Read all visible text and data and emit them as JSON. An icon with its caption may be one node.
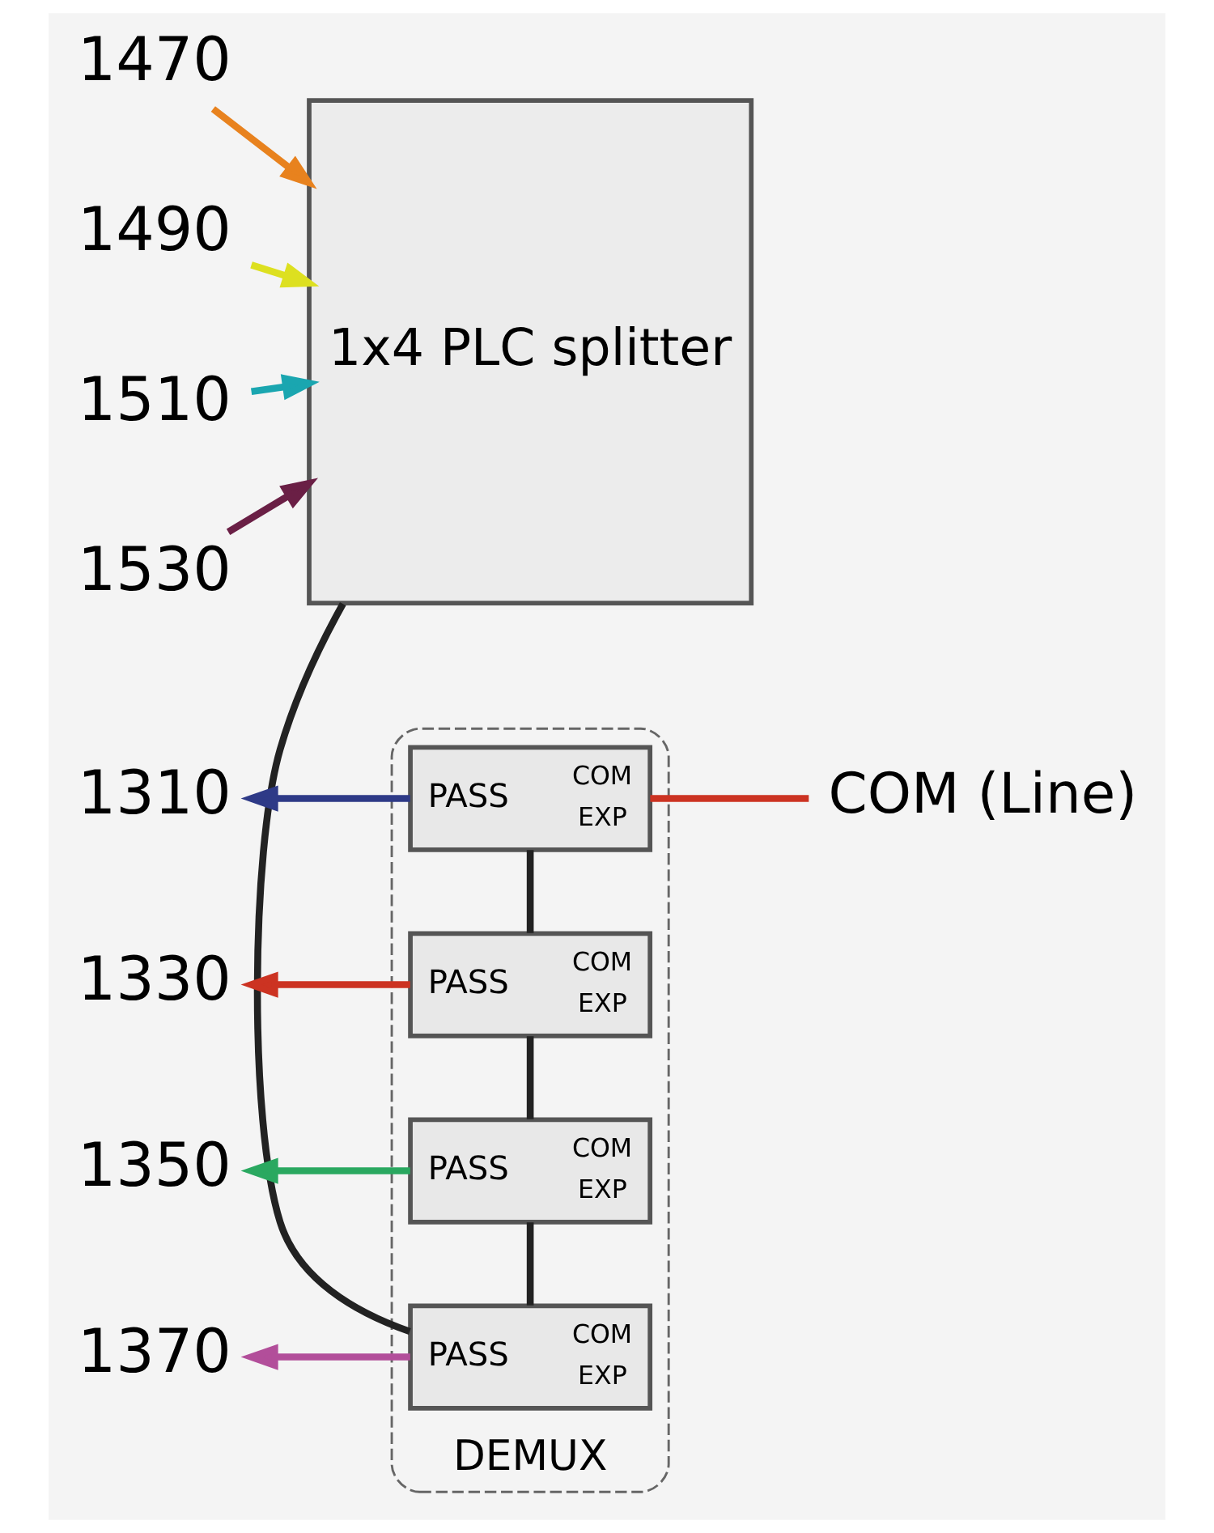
{
  "diagram": {
    "nodes": [
      {
        "text": [
          "DEMUX"
        ]
      },
      {
        "text": [
          "PASS",
          "COM",
          "EXP"
        ],
        "in": 0
      },
      {
        "text": [
          "PASS",
          "COM",
          "EXP"
        ],
        "in": 0
      },
      {
        "text": [
          "PASS",
          "COM",
          "EXP"
        ],
        "in": 0
      },
      {
        "text": [
          "PASS",
          "COM",
          "EXP"
        ],
        "in": 0
      },
      {
        "text": [
          "COM (Line)"
        ]
      },
      {
        "text": [
          "1310"
        ]
      },
      {
        "text": [
          "1330"
        ]
      },
      {
        "text": [
          "1350"
        ]
      },
      {
        "text": [
          "1370"
        ]
      },
      {
        "text": [
          "1x4 PLC splitter"
        ]
      },
      {
        "text": [
          "1470"
        ]
      },
      {
        "text": [
          "1490"
        ]
      },
      {
        "text": [
          "1510"
        ]
      },
      {
        "text": [
          "1530"
        ]
      }
    ],
    "edges": [
      {
        "from": 5,
        "to": 1,
        "arrow": "none",
        "color": "#cc3322"
      },
      {
        "from": 1,
        "to": 2,
        "arrow": "none"
      },
      {
        "from": 2,
        "to": 3,
        "arrow": "none"
      },
      {
        "from": 3,
        "to": 4,
        "arrow": "none"
      },
      {
        "from": 4,
        "to": 10,
        "arrow": "none"
      },
      {
        "from": 1,
        "to": 6,
        "arrow": "to",
        "color": "#2e3a87"
      },
      {
        "from": 2,
        "to": 7,
        "arrow": "to",
        "color": "#cc3322"
      },
      {
        "from": 3,
        "to": 8,
        "arrow": "to",
        "color": "#2aa860"
      },
      {
        "from": 4,
        "to": 9,
        "arrow": "to",
        "color": "#b24e9a"
      },
      {
        "from": 11,
        "to": 10,
        "arrow": "to",
        "color": "#e8821e"
      },
      {
        "from": 12,
        "to": 10,
        "arrow": "to",
        "color": "#dde020"
      },
      {
        "from": 13,
        "to": 10,
        "arrow": "to",
        "color": "#1aa6b0"
      },
      {
        "from": 14,
        "to": 10,
        "arrow": "to",
        "color": "#6a1f45"
      }
    ]
  }
}
